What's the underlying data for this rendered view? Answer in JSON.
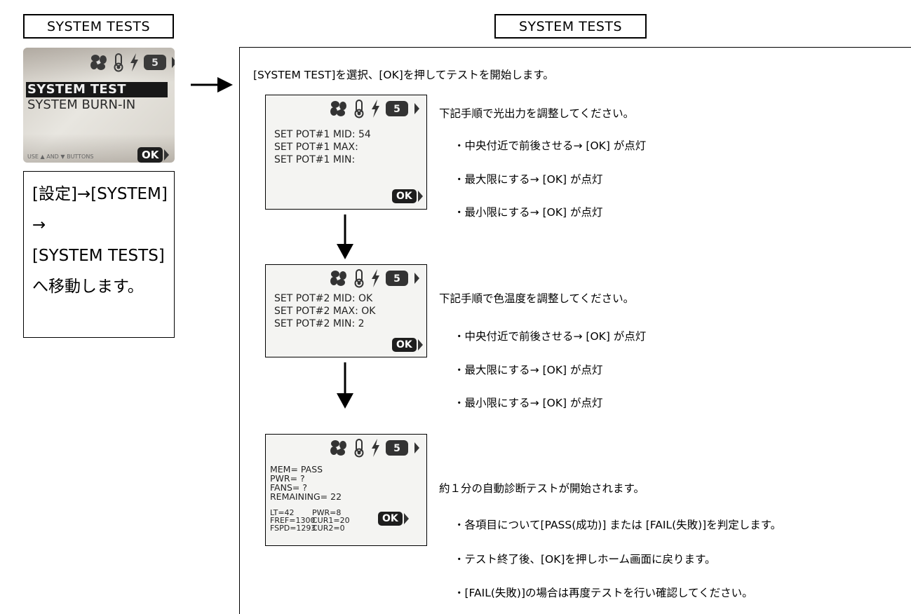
{
  "titles": {
    "left": "SYSTEM TESTS",
    "right": "SYSTEM TESTS"
  },
  "photo_menu": {
    "item_selected": "SYSTEM TEST",
    "item_2": "SYSTEM BURN-IN",
    "hint": "USE ▲ AND ▼ BUTTONS",
    "ok": "OK"
  },
  "instruction_box": {
    "line1": "[設定]→[SYSTEM]",
    "line2": "→",
    "line3a": "[SYSTEM",
    "line3b": "TESTS]",
    "line4": "へ移動します。"
  },
  "main": {
    "intro": "[SYSTEM TEST]を選択、[OK]を押してテストを開始します。",
    "section1": {
      "heading": "下記手順で光出力を調整してください。",
      "steps": [
        "・中央付近で前後させる→ [OK] が点灯",
        "・最大限にする→ [OK] が点灯",
        "・最小限にする→ [OK] が点灯"
      ]
    },
    "section2": {
      "heading": "下記手順で色温度を調整してください。",
      "steps": [
        "・中央付近で前後させる→ [OK] が点灯",
        "・最大限にする→ [OK] が点灯",
        "・最小限にする→ [OK] が点灯"
      ]
    },
    "section3": {
      "heading": "約１分の自動診断テストが開始されます。",
      "steps": [
        "・各項目について[PASS(成功)] または [FAIL(失敗)]を判定します。",
        "・テスト終了後、[OK]を押しホーム画面に戻ります。",
        "・[FAIL(失敗)]の場合は再度テストを行い確認してください。"
      ]
    }
  },
  "screen1": {
    "lines": [
      "SET POT#1 MID: 54",
      "SET POT#1 MAX:",
      "SET POT#1 MIN:"
    ],
    "ok": "OK"
  },
  "screen2": {
    "lines": [
      "SET POT#2 MID: OK",
      "SET POT#2 MAX: OK",
      "SET POT#2 MIN: 2"
    ],
    "ok": "OK"
  },
  "screen3": {
    "lines": [
      "MEM= PASS",
      "PWR= ?",
      "FANS= ?",
      "REMAINING= 22"
    ],
    "stats": [
      [
        "LT=42",
        "PWR=8"
      ],
      [
        "FREF=1300",
        "CUR1=20"
      ],
      [
        "FSPD=1293",
        "CUR2=0"
      ]
    ],
    "ok": "OK"
  },
  "icons": [
    "fan-icon",
    "thermometer-icon",
    "lightning-icon",
    "exit-icon",
    "right-arrow-icon"
  ]
}
